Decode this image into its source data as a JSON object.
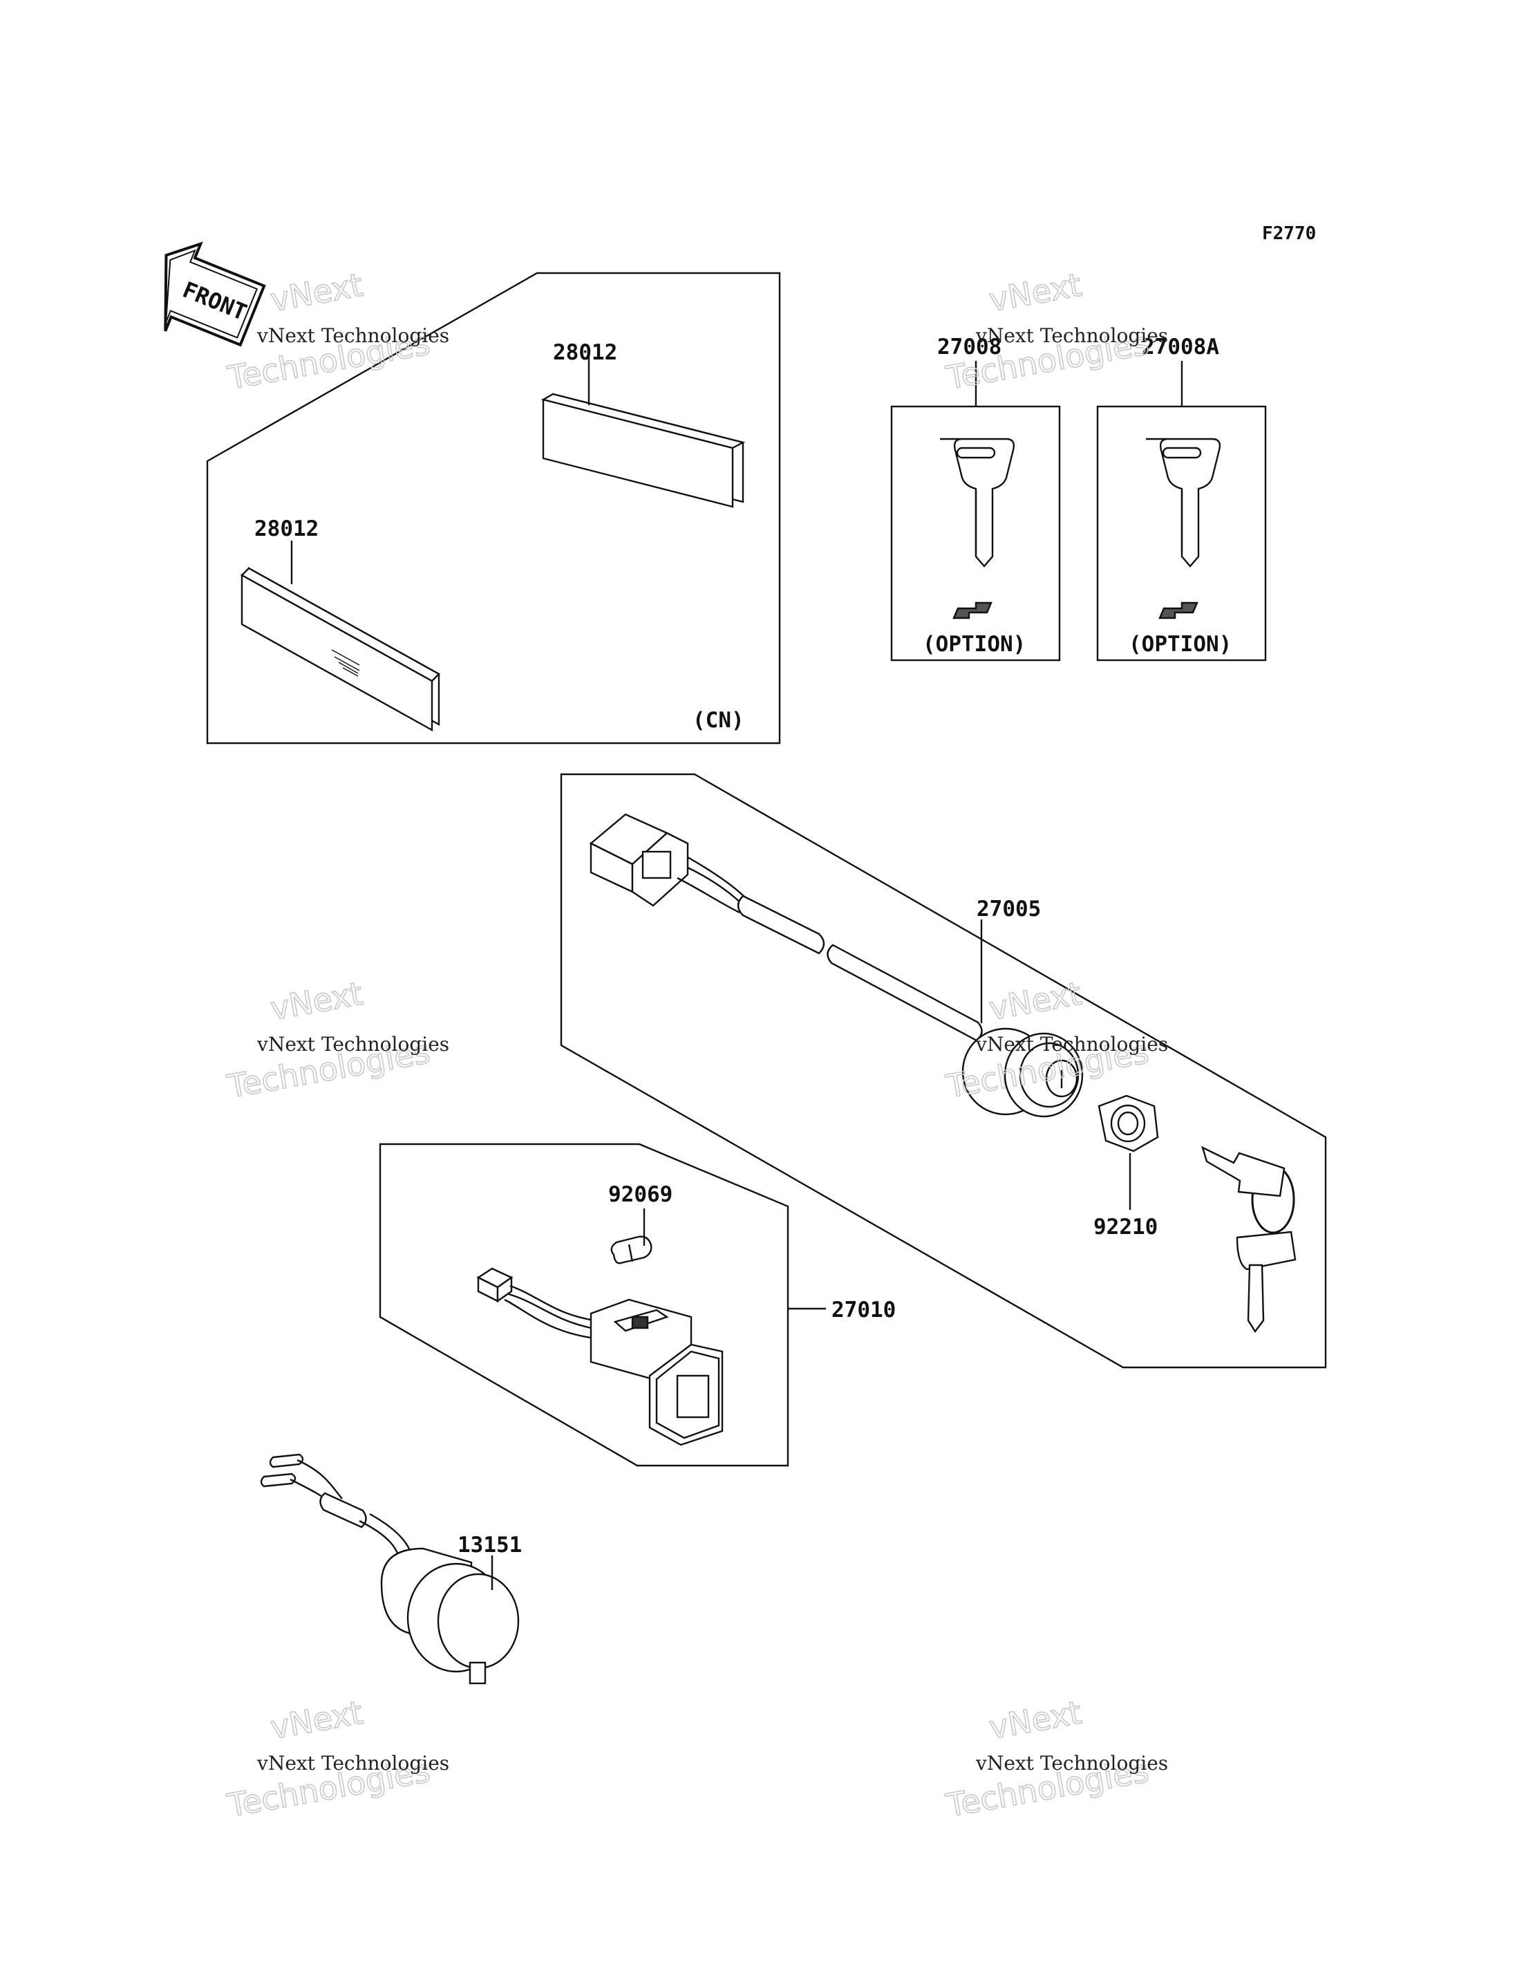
{
  "diagram_code": "F2770",
  "front_arrow": {
    "label": "FRONT",
    "icon": "front-direction-arrow-icon"
  },
  "panels": {
    "reflectors": {
      "part_numbers": [
        "28012",
        "28012"
      ],
      "note": "(CN)"
    },
    "key_a": {
      "part_number": "27008",
      "note": "(OPTION)"
    },
    "key_b": {
      "part_number": "27008A",
      "note": "(OPTION)"
    },
    "ignition_switch": {
      "part_number": "27005",
      "nut_part_number": "92210"
    },
    "switch_assembly": {
      "part_number": "27010",
      "bulb_part_number": "92069"
    },
    "socket": {
      "part_number": "13151"
    }
  },
  "watermarks": [
    {
      "line1": "vNext Technologies",
      "line2": "vNext",
      "line3": "Technologies"
    },
    {
      "line1": "vNext Technologies",
      "line2": "vNext",
      "line3": "Technologies"
    },
    {
      "line1": "vNext Technologies",
      "line2": "vNext",
      "line3": "Technologies"
    },
    {
      "line1": "vNext Technologies",
      "line2": "vNext",
      "line3": "Technologies"
    },
    {
      "line1": "vNext Technologies",
      "line2": "vNext",
      "line3": "Technologies"
    },
    {
      "line1": "vNext Technologies",
      "line2": "vNext",
      "line3": "Technologies"
    }
  ],
  "colors": {
    "line": "#111111",
    "shade": "#bdbdbd",
    "watermark": "#c9c9c9"
  }
}
